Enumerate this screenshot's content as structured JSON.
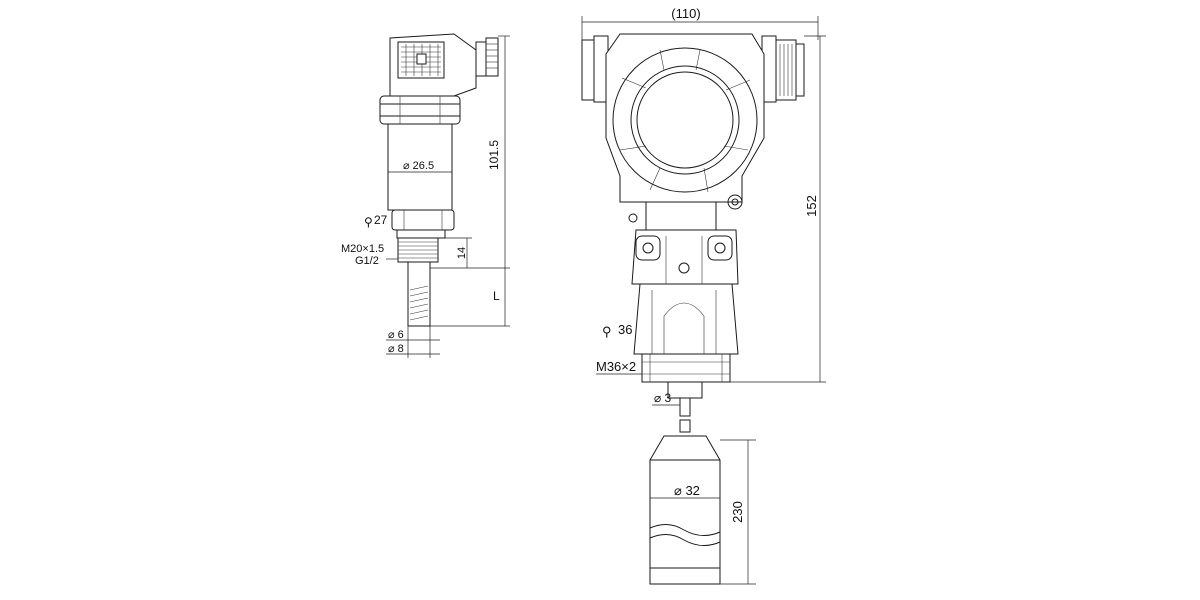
{
  "left_sensor": {
    "dim_height": "101.5",
    "dim_body_dia": "⌀ 26.5",
    "wrench": "27",
    "dim_thread_len": "14",
    "thread": "M20×1.5",
    "thread_alt": "G1/2",
    "dim_L": "L",
    "dim_probe_dia": "⌀ 6",
    "dim_outer_dia": "⌀ 8"
  },
  "right_transmitter": {
    "dim_width": "(110)",
    "dim_height": "152",
    "wrench": "36",
    "thread": "M36×2",
    "dim_cable_dia": "⌀ 3",
    "dim_probe_dia": "⌀ 32",
    "dim_probe_len": "230"
  },
  "colors": {
    "line": "#1a1a1a",
    "background": "#ffffff"
  }
}
